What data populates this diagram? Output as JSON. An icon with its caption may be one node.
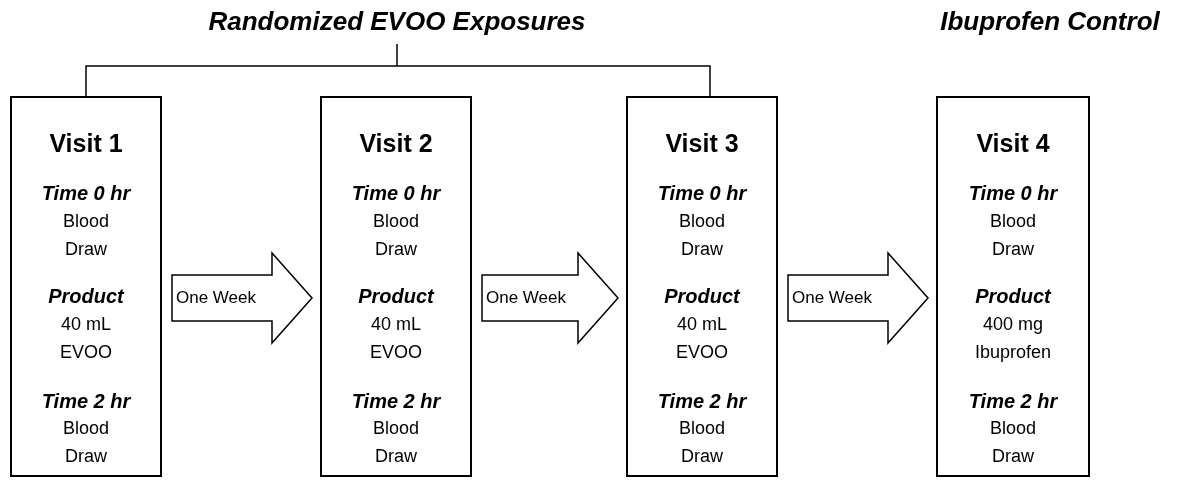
{
  "diagram": {
    "nodes": [
      {
        "text": [
          "Visit 1",
          "Time 0 hr",
          "Blood Draw",
          "Product",
          "40 mL EVOO",
          "Time 2 hr",
          "Blood Draw"
        ]
      },
      {
        "text": [
          "Visit 2",
          "Time 0 hr",
          "Blood Draw",
          "Product",
          "40 mL EVOO",
          "Time 2 hr",
          "Blood Draw"
        ]
      },
      {
        "text": [
          "Visit 3",
          "Time 0 hr",
          "Blood Draw",
          "Product",
          "40 mL EVOO",
          "Time 2 hr",
          "Blood Draw"
        ]
      },
      {
        "text": [
          "Visit 4",
          "Time 0 hr",
          "Blood Draw",
          "Product",
          "400 mg Ibuprofen",
          "Time 2 hr",
          "Blood Draw"
        ]
      }
    ],
    "edges": [
      {
        "from": 0,
        "to": 1,
        "arrow": "to",
        "label": "One Week"
      },
      {
        "from": 1,
        "to": 2,
        "arrow": "to",
        "label": "One Week"
      },
      {
        "from": 2,
        "to": 3,
        "arrow": "to",
        "label": "One Week"
      }
    ],
    "labels": [
      "Randomized EVOO Exposures",
      "Ibuprofen Control"
    ]
  }
}
